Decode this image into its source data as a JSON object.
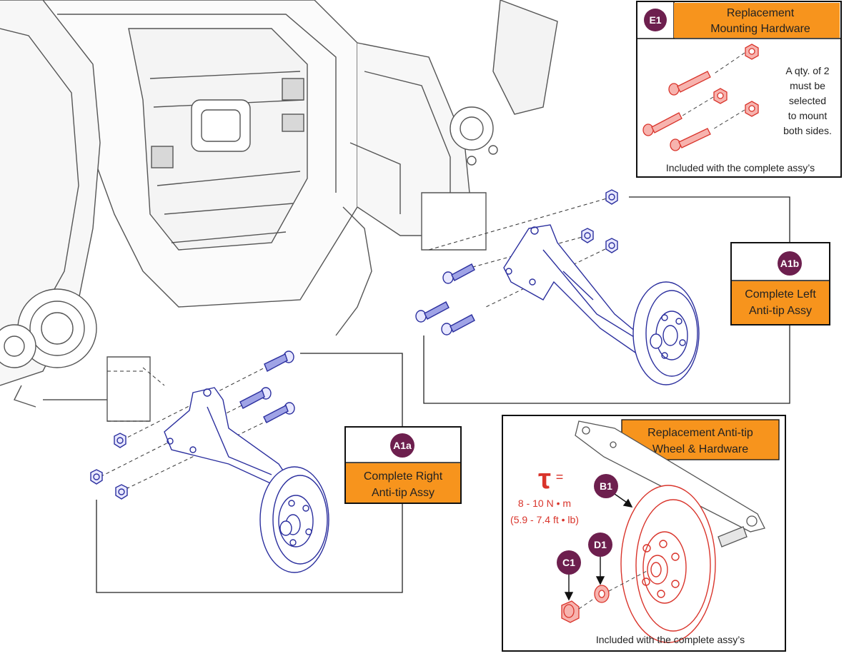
{
  "colors": {
    "accent_orange": "#f7941d",
    "badge_purple": "#6d1f4e",
    "callout_red": "#d9342b",
    "assembly_blue": "#2b2f9e",
    "frame_gray": "#555555"
  },
  "callouts": {
    "e1": {
      "badge": "E1",
      "title_line1": "Replacement",
      "title_line2": "Mounting Hardware",
      "note_lines": [
        "A qty. of 2",
        "must be",
        "selected",
        "to mount",
        "both sides."
      ],
      "footer": "Included with the complete assy’s"
    },
    "a1b": {
      "badge": "A1b",
      "title_line1": "Complete Left",
      "title_line2": "Anti-tip Assy"
    },
    "a1a": {
      "badge": "A1a",
      "title_line1": "Complete Right",
      "title_line2": "Anti-tip Assy"
    },
    "replacement_wheel": {
      "title_line1": "Replacement Anti-tip",
      "title_line2": "Wheel & Hardware",
      "badge_b1": "B1",
      "badge_c1": "C1",
      "badge_d1": "D1",
      "torque_symbol": "τ",
      "torque_equals": "=",
      "torque_nm": "8 - 10  N • m",
      "torque_ftlb": "(5.9 - 7.4 ft • lb)",
      "footer": "Included with the complete assy’s"
    }
  }
}
